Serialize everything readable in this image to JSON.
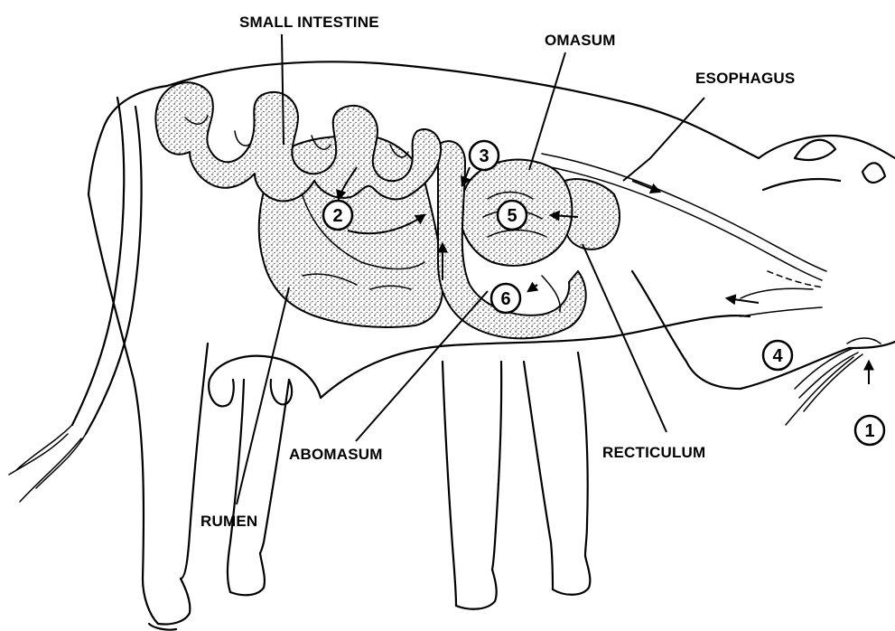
{
  "labels": {
    "small_intestine": "SMALL INTESTINE",
    "omasum": "OMASUM",
    "esophagus": "ESOPHAGUS",
    "abomasum": "ABOMASUM",
    "recticulum": "RECTICULUM",
    "rumen": "RUMEN"
  },
  "steps": {
    "s1": "1",
    "s2": "2",
    "s3": "3",
    "s4": "4",
    "s5": "5",
    "s6": "6"
  }
}
